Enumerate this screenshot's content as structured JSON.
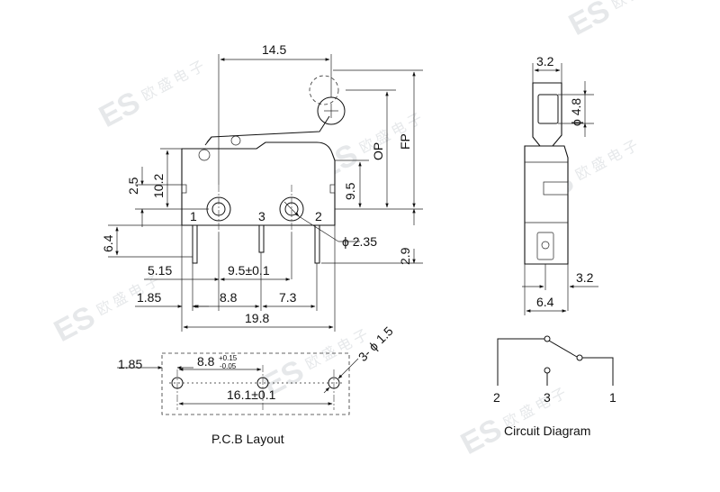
{
  "watermark": {
    "mark": "ES",
    "chars": [
      "欧",
      "盛",
      "电",
      "子"
    ]
  },
  "front_view": {
    "width_14_5": "14.5",
    "fp": "FP",
    "op": "OP",
    "h_10_2": "10.2",
    "h_2_5": "2.5",
    "h_9_5": "9.5",
    "h_6_4": "6.4",
    "h_2_9": "2.9",
    "hole_dia": "ϕ 2.35",
    "pin_1": "1",
    "pin_3": "3",
    "pin_2": "2",
    "d_5_15": "5.15",
    "d_9_5": "9.5±0.1",
    "d_1_85": "1.85",
    "d_8_8": "8.8",
    "d_7_3": "7.3",
    "d_19_8": "19.8"
  },
  "side_view": {
    "w_3_2_top": "3.2",
    "roller_dia": "ϕ 4.8",
    "w_3_2_right": "3.2",
    "w_6_4": "6.4"
  },
  "pcb_layout": {
    "d_1_85": "1.85",
    "d_8_8": "8.8",
    "tol_plus": "+0.15",
    "tol_minus": "-0.05",
    "holes": "3- ϕ 1.5",
    "d_16_1": "16.1±0.1",
    "caption": "P.C.B Layout"
  },
  "circuit": {
    "pin_2": "2",
    "pin_3": "3",
    "pin_1": "1",
    "caption": "Circuit Diagram"
  }
}
